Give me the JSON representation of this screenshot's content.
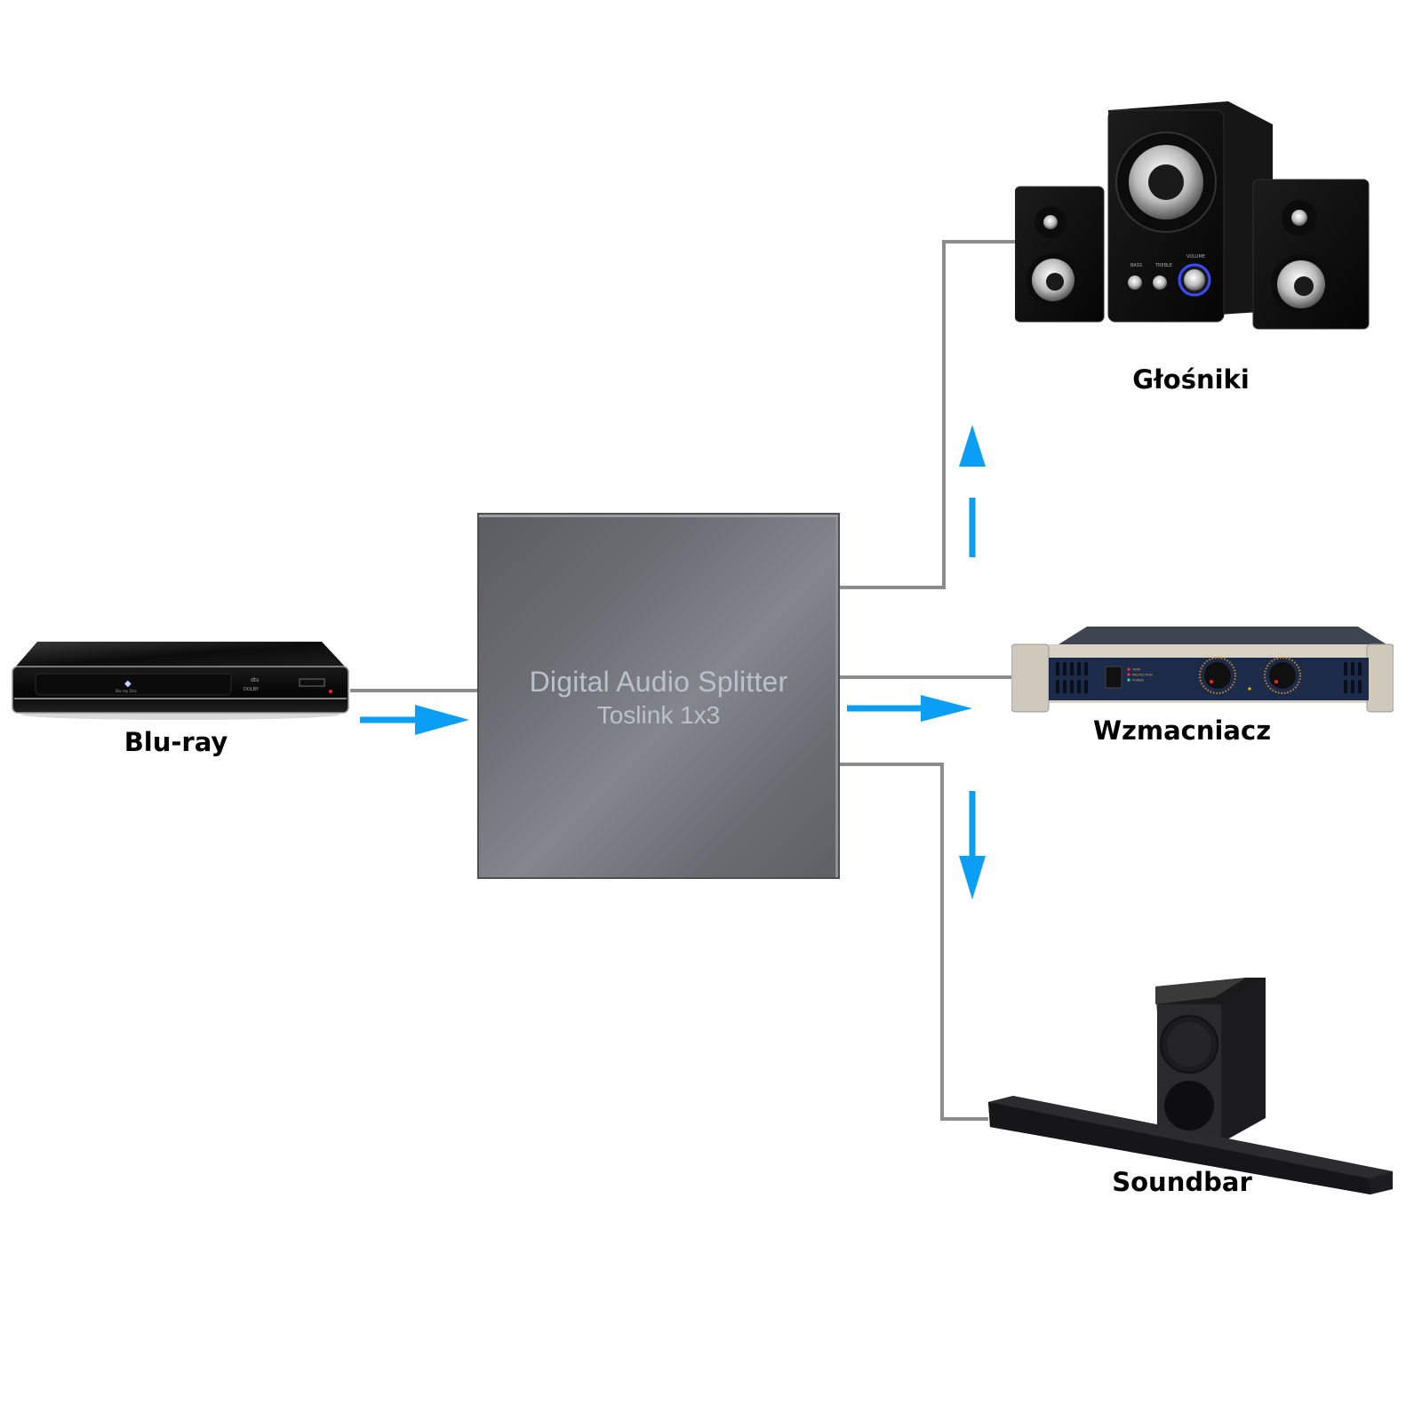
{
  "diagram": {
    "title_line1": "Digital Audio Splitter",
    "title_line2": "Toslink 1x3",
    "source": {
      "label": "Blu-ray",
      "icon": "bluray-player-icon"
    },
    "outputs": [
      {
        "label": "Głośniki",
        "icon": "computer-speakers-icon",
        "knob_labels": [
          "BASS",
          "TREBLE",
          "VOLUME"
        ]
      },
      {
        "label": "Wzmacniacz",
        "icon": "power-amplifier-icon",
        "indicator_labels": [
          "TEMP",
          "PROTECTION",
          "POWER"
        ]
      },
      {
        "label": "Soundbar",
        "icon": "soundbar-subwoofer-icon"
      }
    ],
    "colors": {
      "arrow": "#0a9ff5",
      "cable": "#8c8c8c",
      "splitter_body": "#6c6e74",
      "splitter_text": "#b9c2cc"
    }
  }
}
